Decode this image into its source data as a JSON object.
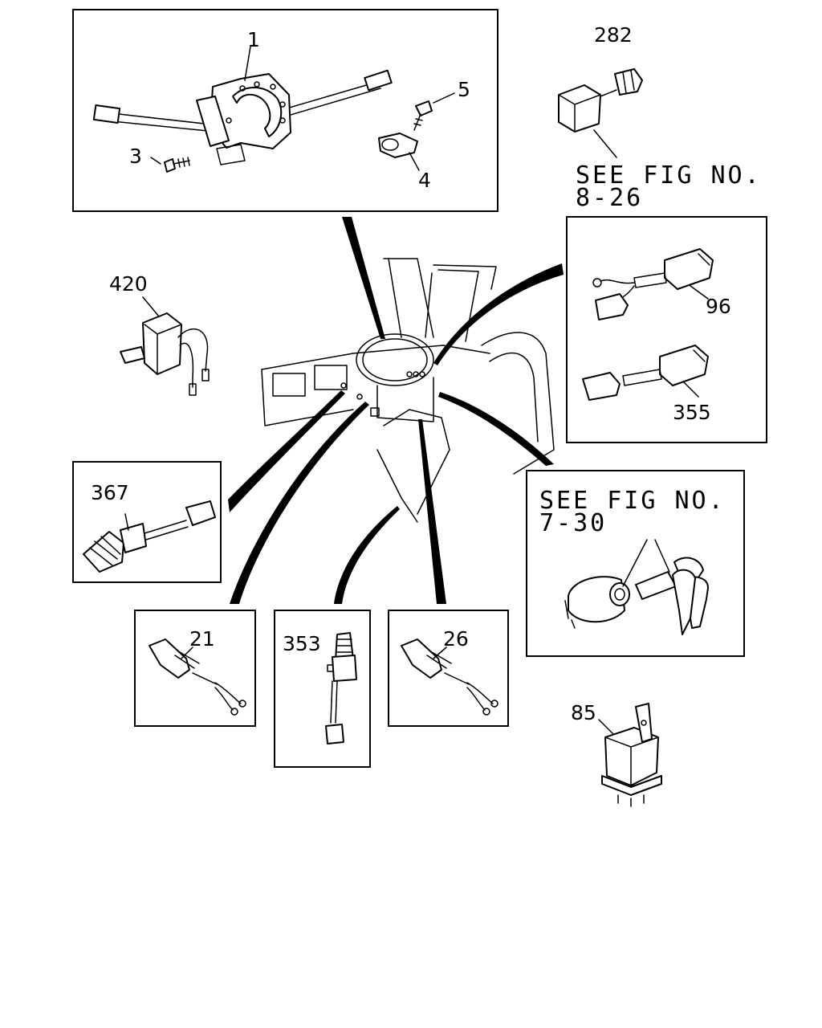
{
  "callouts": {
    "p1": "1",
    "p3": "3",
    "p4": "4",
    "p5": "5",
    "p282": "282",
    "p420": "420",
    "p96": "96",
    "p355": "355",
    "p367": "367",
    "p21": "21",
    "p353": "353",
    "p26": "26",
    "p85": "85"
  },
  "references": {
    "fig_8_26_line1": "SEE FIG NO.",
    "fig_8_26_line2": "8-26",
    "fig_7_30_line1": "SEE FIG NO.",
    "fig_7_30_line2": "7-30"
  }
}
